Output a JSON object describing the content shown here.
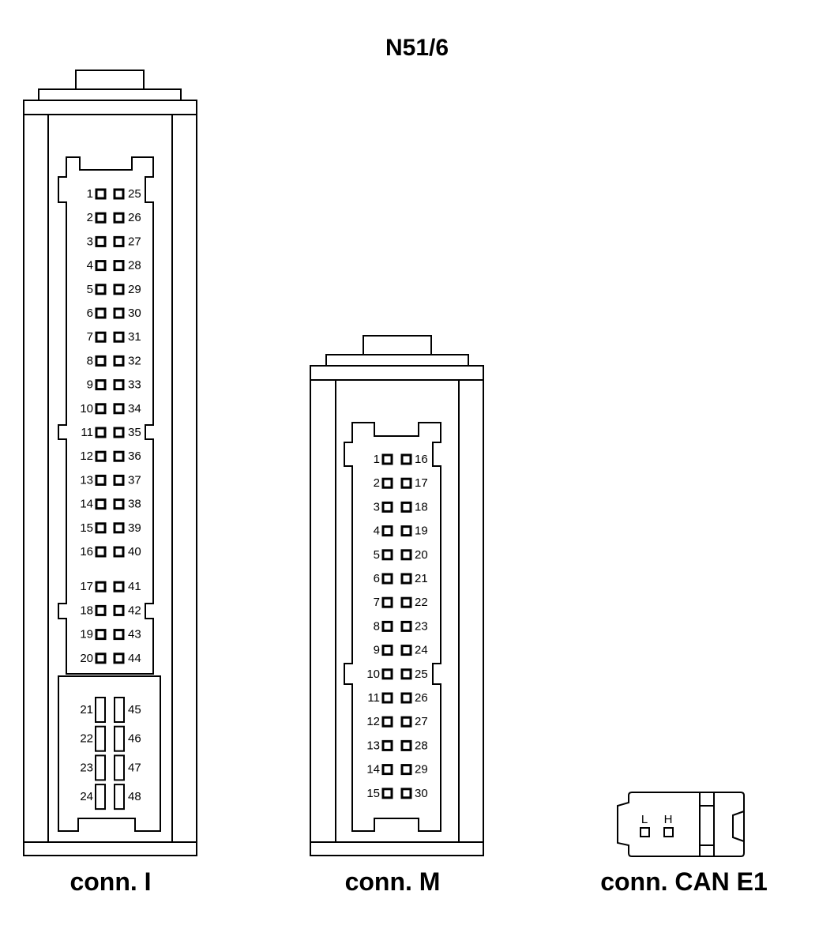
{
  "title": "N51/6",
  "connectors": {
    "I": {
      "label": "conn. I",
      "pins_left": [
        "1",
        "2",
        "3",
        "4",
        "5",
        "6",
        "7",
        "8",
        "9",
        "10",
        "11",
        "12",
        "13",
        "14",
        "15",
        "16",
        "17",
        "18",
        "19",
        "20"
      ],
      "pins_right": [
        "25",
        "26",
        "27",
        "28",
        "29",
        "30",
        "31",
        "32",
        "33",
        "34",
        "35",
        "36",
        "37",
        "38",
        "39",
        "40",
        "41",
        "42",
        "43",
        "44"
      ],
      "tall_left": [
        "21",
        "22",
        "23",
        "24"
      ],
      "tall_right": [
        "45",
        "46",
        "47",
        "48"
      ]
    },
    "M": {
      "label": "conn. M",
      "pins_left": [
        "1",
        "2",
        "3",
        "4",
        "5",
        "6",
        "7",
        "8",
        "9",
        "10",
        "11",
        "12",
        "13",
        "14",
        "15"
      ],
      "pins_right": [
        "16",
        "17",
        "18",
        "19",
        "20",
        "21",
        "22",
        "23",
        "24",
        "25",
        "26",
        "27",
        "28",
        "29",
        "30"
      ]
    },
    "CAN": {
      "label": "conn. CAN E1",
      "pins": [
        "L",
        "H"
      ]
    }
  }
}
